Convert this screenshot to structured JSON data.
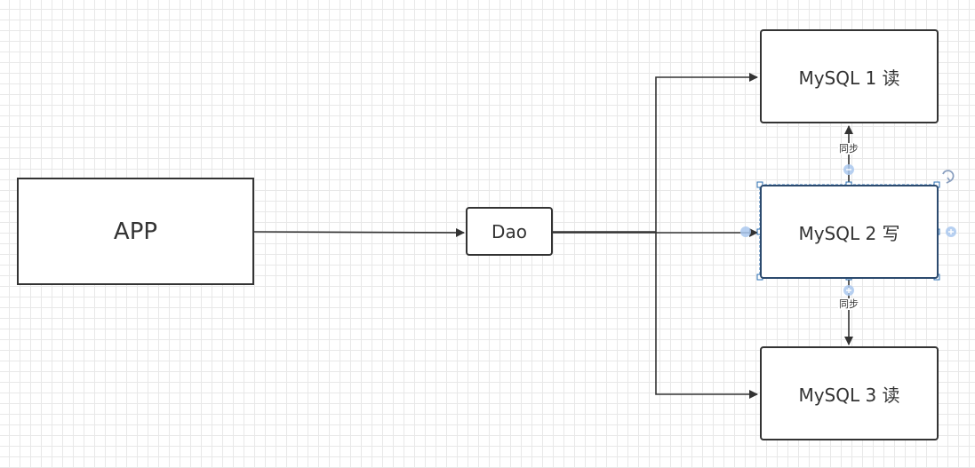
{
  "nodes": {
    "app": "APP",
    "dao": "Dao",
    "mysql1": "MySQL 1 读",
    "mysql2": "MySQL 2 写",
    "mysql3": "MySQL 3 读"
  },
  "edges": {
    "sync_top_label": "同步",
    "sync_bottom_label": "同步"
  },
  "colors": {
    "line": "#333333",
    "selection": "#2b6fb3",
    "connector": "#aac8ee"
  }
}
